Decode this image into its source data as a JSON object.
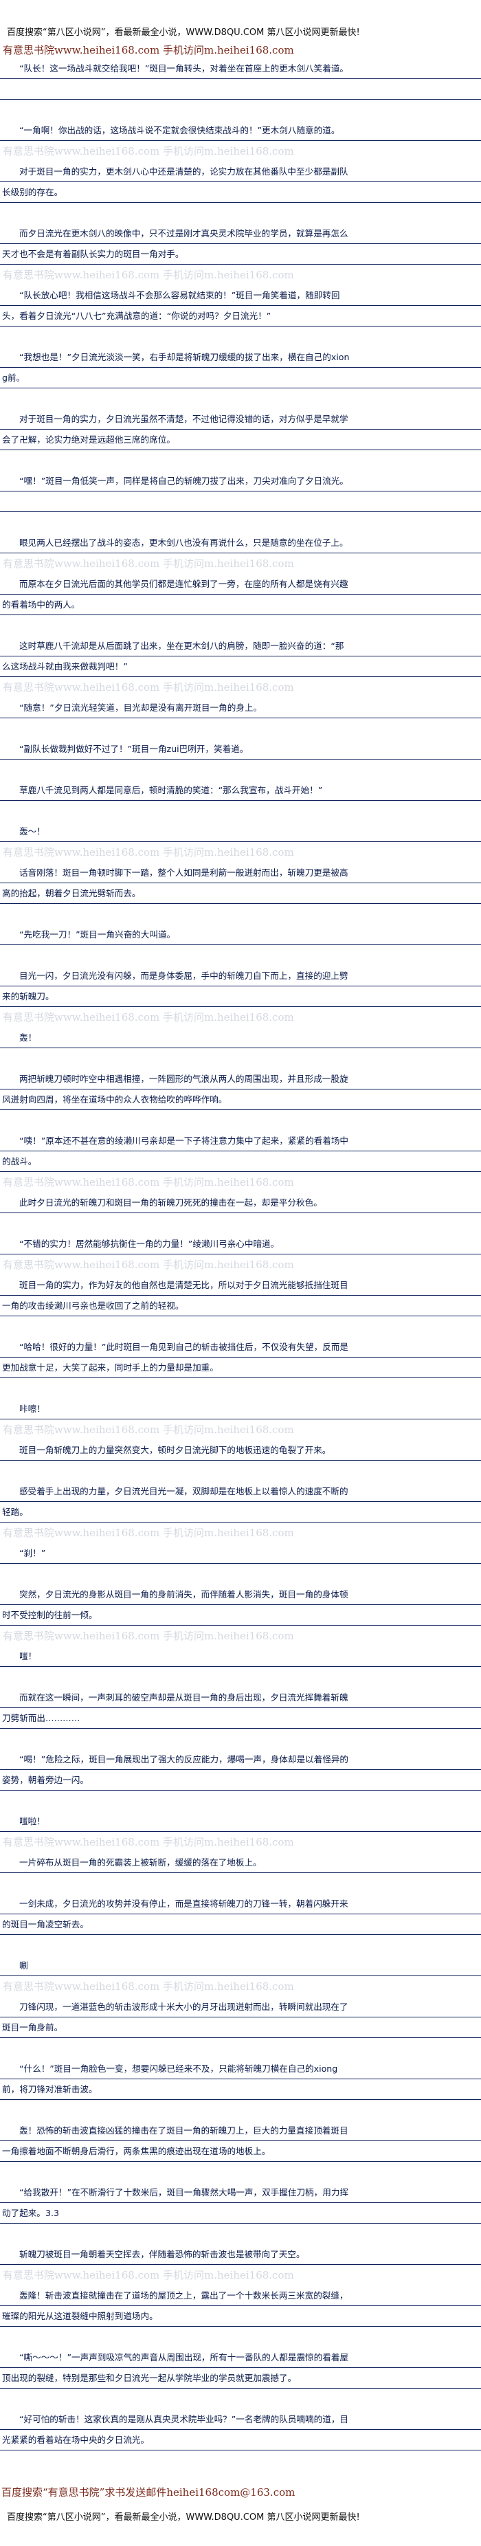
{
  "header": {
    "promo_line": "百度搜索“第八区小说网”，看最新最全小说，WWW.D8QU.COM  第八区小说网更新最快!",
    "site_line": "有意思书院www.heihei168.com  手机访问m.heihei168.com"
  },
  "watermark": "有意思书院www.heihei168.com  手机访问m.heihei168.com",
  "paragraphs": [
    "“队长！这一场战斗就交给我吧！”斑目一角转头，对着坐在首座上的更木剑八笑着道。",
    "",
    "“一角啊！你出战的话，这场战斗说不定就会很快结束战斗的！”更木剑八随意的道。",
    "对于斑目一角的实力，更木剑八心中还是清楚的，论实力放在其他番队中至少都是副队长级别的存在。",
    "而夕日流光在更木剑八的映像中，只不过是刚才真央灵术院毕业的学员，就算是再怎么天才也不会是有着副队长实力的斑目一角对手。",
    "“队长放心吧！我相信这场战斗不会那么容易就结束的！”斑目一角笑着道，随即转回头，看着夕日流光“八八七”充满战意的道：“你说的对吗？夕日流光！”",
    "“我想也是！”夕日流光淡淡一笑，右手却是将斩魄刀缓缓的拔了出来，横在自己的xiong前。",
    "对于斑目一角的实力，夕日流光虽然不清楚，不过他记得没错的话，对方似乎是早就学会了卍解，论实力绝对是远超他三席的席位。",
    "“嘿！”斑目一角低笑一声，同样是将自己的斩魄刀拔了出来，刀尖对准向了夕日流光。",
    "",
    "眼见两人已经摆出了战斗的姿态，更木剑八也没有再说什么，只是随意的坐在位子上。",
    "而原本在夕日流光后面的其他学员们都是连忙躲到了一旁，在座的所有人都是饶有兴趣的看着场中的两人。",
    "这时草鹿八千流却是从后面跳了出来，坐在更木剑八的肩膀，随即一脸兴奋的道：“那么这场战斗就由我来做裁判吧！”",
    "“随意！”夕日流光轻笑道，目光却是没有离开斑目一角的身上。",
    "“副队长做裁判做好不过了！”斑目一角zui巴咧开，笑着道。",
    "草鹿八千流见到两人都是同意后，顿时清脆的笑道：“那么我宣布，战斗开始！”",
    "轰～！",
    "话音刚落！斑目一角顿时脚下一踏，整个人如同是利箭一般迸射而出，斩魄刀更是被高高的抬起，朝着夕日流光劈斩而去。",
    "“先吃我一刀！”斑目一角兴奋的大叫道。",
    "目光一闪，夕日流光没有闪躲，而是身体委屈，手中的斩魄刀自下而上，直接的迎上劈来的斩魄刀。",
    "轰！",
    "两把斩魄刀顿时咋空中相遇相撞，一阵圆形的气浪从两人的周围出现，并且形成一股旋风迸射向四周，将坐在道场中的众人衣物给吹的哗哗作响。",
    "“咦！”原本还不甚在意的绫濑川弓亲却是一下子将注意力集中了起来，紧紧的看着场中的战斗。",
    "此时夕日流光的斩魄刀和斑目一角的斩魄刀死死的撞击在一起，却是平分秋色。",
    "“不错的实力！居然能够抗衡住一角的力量！”绫濑川弓亲心中暗道。",
    "斑目一角的实力，作为好友的他自然也是清楚无比，所以对于夕日流光能够抵挡住斑目一角的攻击绫濑川弓亲也是收回了之前的轻视。",
    "“哈哈！很好的力量！”此时斑目一角见到自己的斩击被挡住后，不仅没有失望，反而是更加战意十足，大笑了起来，同时手上的力量却是加重。",
    "咔嚓！",
    "斑目一角斩魄刀上的力量突然变大，顿时夕日流光脚下的地板迅速的龟裂了开来。",
    "感受着手上出现的力量，夕日流光目光一凝，双脚却是在地板上以着惊人的速度不断的轻踏。",
    "“刹！”",
    "突然，夕日流光的身影从斑目一角的身前消失，而伴随着人影消失，斑目一角的身体顿时不受控制的往前一倾。",
    "嗤！",
    "而就在这一瞬间，一声刺耳的破空声却是从斑目一角的身后出现，夕日流光挥舞着斩魄刀劈斩而出…………",
    "“喝！”危险之际，斑目一角展现出了强大的反应能力，爆喝一声，身体却是以着怪异的姿势，朝着旁边一闪。",
    "嗤啦！",
    "一片碎布从斑目一角的死霸装上被斩断，缓缓的落在了地板上。",
    "一剑未成，夕日流光的攻势并没有停止，而是直接将斩魄刀的刀锋一转，朝着闪躲开来的斑目一角凌空斩去。",
    "唰",
    "刀锋闪现，一道湛蓝色的斩击波形成十米大小的月牙出现迸射而出，转瞬间就出现在了斑目一角身前。",
    "“什么！”斑目一角脸色一变，想要闪躲已经来不及，只能将斩魄刀横在自己的xiong前，将刀锋对准斩击波。",
    "轰！恐怖的斩击波直接凶猛的撞击在了斑目一角的斩魄刀上，巨大的力量直接顶着斑目一角擦着地面不断朝身后滑行，两条焦黑的痕迹出现在道场的地板上。",
    "“给我散开！”在不断滑行了十数米后，斑目一角骤然大喝一声，双手握住刀柄，用力挥动了起来。3.3",
    "斩魄刀被斑目一角朝着天空挥去，伴随着恐怖的斩击波也是被带向了天空。",
    "轰隆！斩击波直接就撞击在了道场的屋顶之上，露出了一个十数米长两三米宽的裂缝，璀璨的阳光从这道裂缝中照射到道场内。",
    "“嘶～～～！”一声声到吸凉气的声音从周围出现，所有十一番队的人都是震惊的看着屋顶出现的裂缝，特别是那些和夕日流光一起从学院毕业的学员就更加震撼了。",
    "“好可怕的斩击！这家伙真的是刚从真央灵术院毕业吗？”一名老牌的队员喃喃的道，目光紧紧的看着站在场中央的夕日流光。"
  ],
  "footer": {
    "request_line": "百度搜索“有意思书院”求书发送邮件heihei168com@163.com",
    "promo_line": "百度搜索“第八区小说网”，看最新最全小说，WWW.D8QU.COM  第八区小说网更新最快!"
  }
}
